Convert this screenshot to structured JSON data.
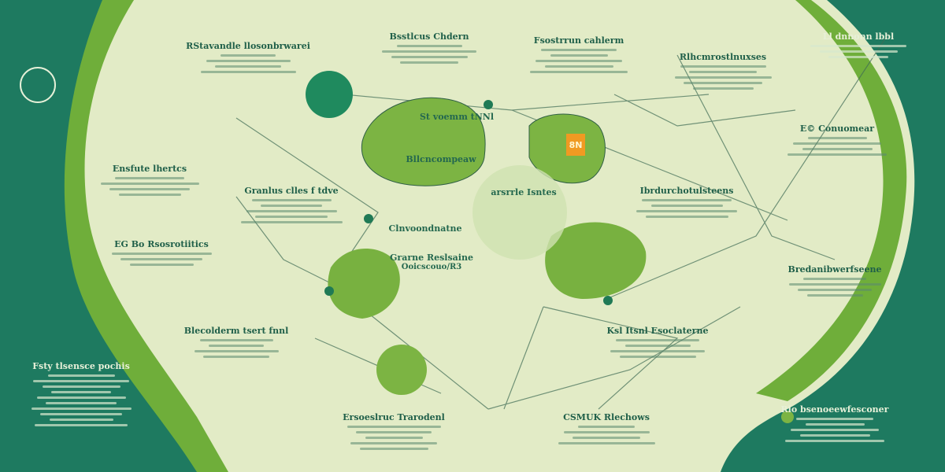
{
  "colors": {
    "background": "#e2ebc6",
    "edge_dark": "#1e7a60",
    "blob_green": "#6fae3a",
    "accent_orange": "#f09a22",
    "text": "#1f5f49"
  },
  "nodes": [
    {
      "id": "n1",
      "title": "RStavandle llosonbrwarei",
      "icon": "plant-icon"
    },
    {
      "id": "n2",
      "title": "Bsstlcus Chdern",
      "icon": "sprout-icon"
    },
    {
      "id": "n3",
      "title": "Fsostrrun cahlerm",
      "icon": "recycle-icon"
    },
    {
      "id": "n4",
      "title": "Rlhcmrostlnuxses",
      "icon": "hand-plant-icon"
    },
    {
      "id": "n5",
      "title": "Ll dnnonn lbbl",
      "icon": ""
    },
    {
      "id": "n6",
      "title": "E© Conuomear",
      "icon": "truck-icon"
    },
    {
      "id": "n7",
      "title": "Ensfute lhertcs",
      "icon": "leaf-icon"
    },
    {
      "id": "n8",
      "title": "Granlus clles f tdve",
      "icon": "jar-icon"
    },
    {
      "id": "n9",
      "title": "Ibrdurchotulsteens",
      "icon": "monitor-icon"
    },
    {
      "id": "n10",
      "title": "EG Bo Rsosrotiitics",
      "icon": ""
    },
    {
      "id": "n11",
      "title": "Bredanibwerfseene",
      "icon": "leaf-icon"
    },
    {
      "id": "n12",
      "title": "Blecolderm tsert fnnl",
      "icon": "bus-icon"
    },
    {
      "id": "n13",
      "title": "Ksl Itsnl Esoclaterne",
      "icon": "molecule-icon"
    },
    {
      "id": "n14",
      "title": "Ersoeslruc Trarodenl",
      "icon": "vehicle-icon"
    },
    {
      "id": "n15",
      "title": "CSMUK Rlechows",
      "icon": "box-icon"
    },
    {
      "id": "n16",
      "title": "Fsty tlsensce pochis",
      "icon": ""
    },
    {
      "id": "n17",
      "title": "Rlo bsenoeewfesconer",
      "icon": "leaf-icon"
    }
  ],
  "center": {
    "labels": [
      "St voemm tNNl",
      "Bllcncompeaw",
      "arsrrle Isntes",
      "Clnvoondnatne",
      "Grarne Reslsaine",
      "Ooicscouo/R3"
    ],
    "badge": "8N"
  },
  "logo_icon": "globe-leaf-icon"
}
